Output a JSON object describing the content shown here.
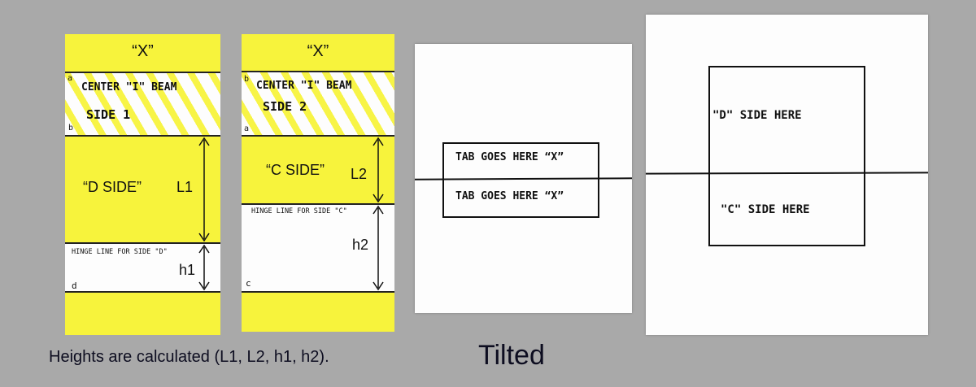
{
  "colors": {
    "background": "#a9a9a9",
    "yellow": "#f7f33c",
    "paper": "#fdfdfd",
    "ink": "#111111"
  },
  "card1": {
    "top_label": "“X”",
    "corner_top": "a",
    "corner_bottom": "b",
    "beam_line1": "CENTER \"I\" BEAM",
    "beam_line2": "SIDE 1",
    "side_label": "“D SIDE”",
    "length_label": "L1",
    "hinge_label": "HINGE LINE FOR SIDE \"D\"",
    "height_label": "h1",
    "corner_d": "d"
  },
  "card2": {
    "top_label": "“X”",
    "corner_top": "b",
    "corner_bottom": "a",
    "beam_line1": "CENTER \"I\" BEAM",
    "beam_line2": "SIDE 2",
    "side_label": "“C SIDE”",
    "length_label": "L2",
    "hinge_label": "HINGE LINE FOR SIDE \"C\"",
    "height_label": "h2",
    "corner_c": "c"
  },
  "card3": {
    "tab_upper": "TAB GOES HERE “X”",
    "tab_lower": "TAB GOES HERE “X”"
  },
  "card4": {
    "d_label": "\"D\" SIDE HERE",
    "c_label": "\"C\" SIDE HERE"
  },
  "caption": "Heights are calculated (L1, L2, h1, h2).",
  "tilted_label": "Tilted"
}
